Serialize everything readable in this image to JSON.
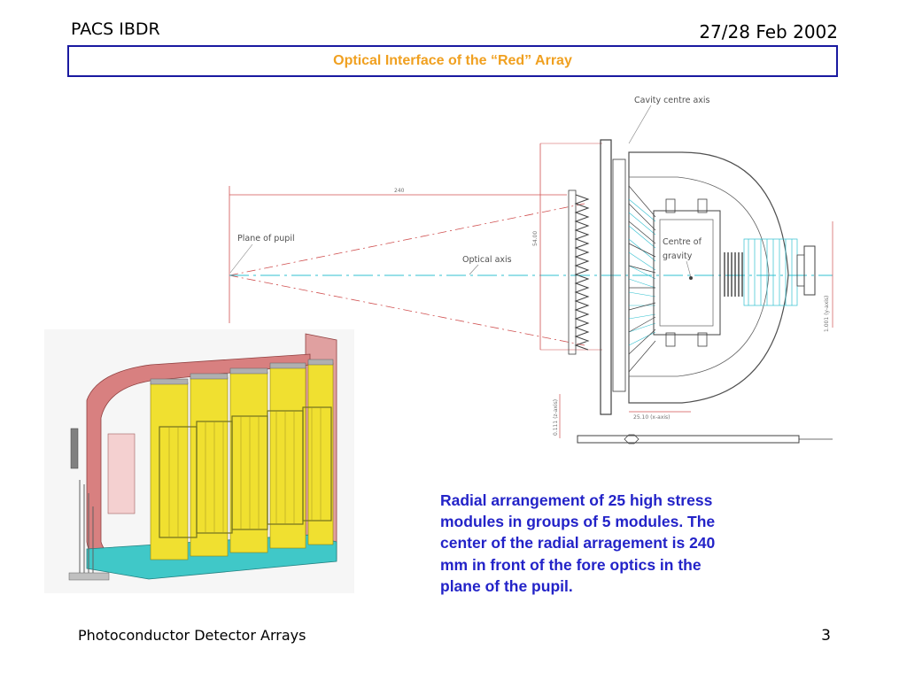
{
  "header": {
    "left": "PACS IBDR",
    "right": "27/28 Feb 2002"
  },
  "title": "Optical Interface of the “Red” Array",
  "drawing": {
    "cavity_label": "Cavity centre axis",
    "pupil_label": "Plane of pupil",
    "optical_axis_label": "Optical axis",
    "cog_label_line1": "Centre of",
    "cog_label_line2": "gravity",
    "dim_240": "240",
    "dim_height": "54.00",
    "dim_x": "25.10 (x-axis)",
    "dim_z": "0.111 (z-axis)",
    "dim_y": "1.001 (y-axis)"
  },
  "caption": "Radial arrangement of 25 high stress modules in groups of 5 modules. The center of the radial arragement is 240 mm in front of the fore optics in the plane of the pupil.",
  "footer": {
    "left": "Photoconductor Detector Arrays",
    "page": "3"
  },
  "colors": {
    "title_text": "#f0a020",
    "title_border": "#1a1aa0",
    "caption_text": "#2323c8",
    "dimension_lines": "#d05050",
    "optical_axis": "#30c0d0",
    "module_yellow": "#f0e030",
    "housing_pink": "#d88080",
    "base_cyan": "#40c8c8"
  }
}
